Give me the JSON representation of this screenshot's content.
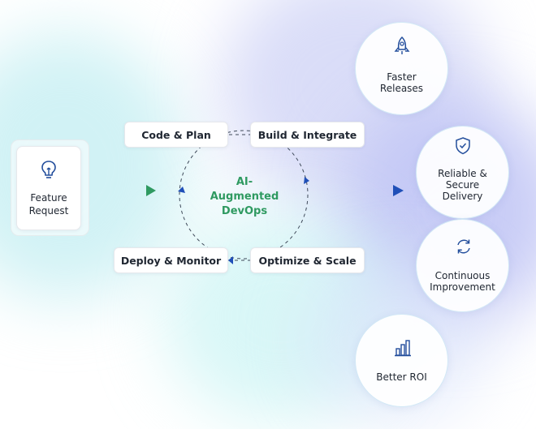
{
  "center": {
    "title_lines": [
      "AI-",
      "Augmented",
      "DevOps"
    ]
  },
  "input": {
    "label_lines": [
      "Feature",
      "Request"
    ],
    "icon": "lightbulb-icon"
  },
  "stages": {
    "code_plan": "Code & Plan",
    "build_integrate": "Build & Integrate",
    "optimize_scale": "Optimize & Scale",
    "deploy_monitor": "Deploy & Monitor"
  },
  "outcomes": [
    {
      "label_lines": [
        "Faster",
        "Releases"
      ],
      "icon": "rocket-icon"
    },
    {
      "label_lines": [
        "Reliable &",
        "Secure",
        "Delivery"
      ],
      "icon": "shield-check-icon"
    },
    {
      "label_lines": [
        "Continuous",
        "Improvement"
      ],
      "icon": "refresh-icon"
    },
    {
      "label_lines": [
        "Better ROI"
      ],
      "icon": "bar-chart-icon"
    }
  ],
  "colors": {
    "accent_green": "#2f9a61",
    "accent_blue": "#1f4fb8",
    "dashed_line": "#3f4a5a",
    "outcome_border": "#d2e8f6",
    "icon_blue": "#234e9c"
  }
}
